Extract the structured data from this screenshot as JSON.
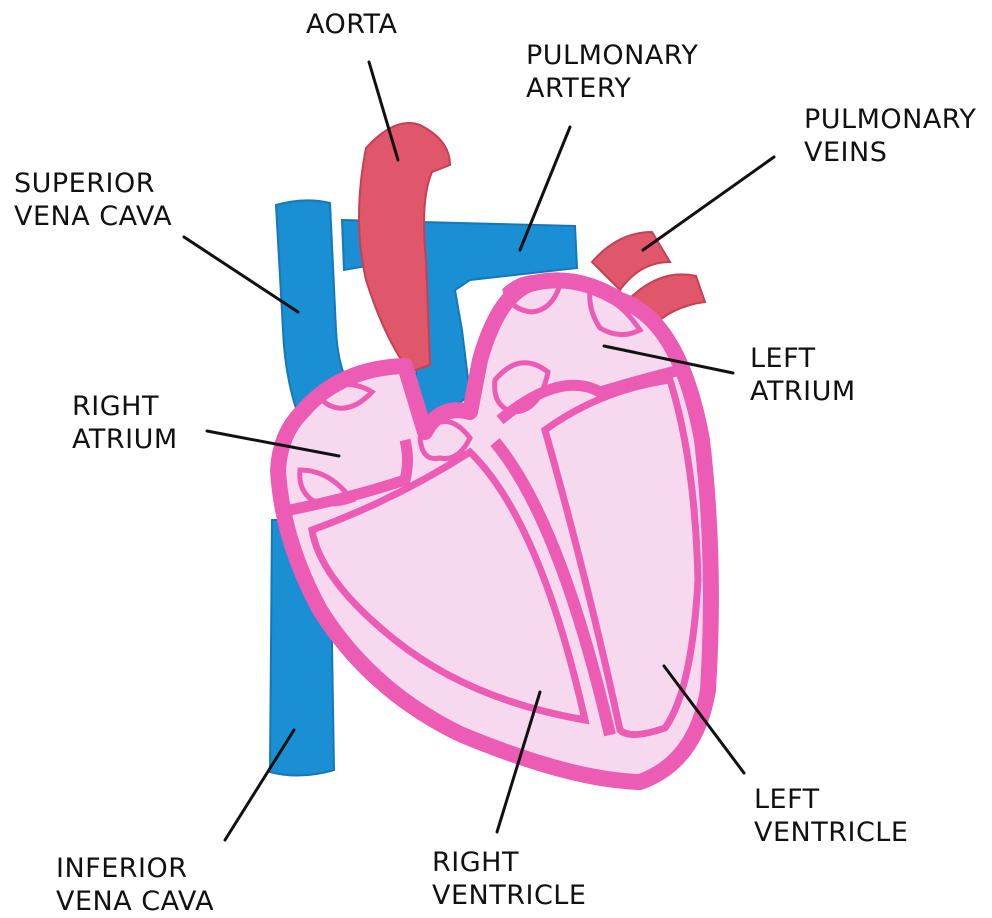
{
  "colors": {
    "background": "#ffffff",
    "vein_blue": "#1a8fd3",
    "artery_red": "#e0566a",
    "heart_wall_pink": "#ec5bb4",
    "heart_fill_light": "#f6d9ef",
    "leader_line": "#111111"
  },
  "labels": {
    "aorta": [
      "AORTA"
    ],
    "pulmonary_artery": [
      "PULMONARY",
      "ARTERY"
    ],
    "pulmonary_veins": [
      "PULMONARY",
      "VEINS"
    ],
    "superior_vena_cava": [
      "SUPERIOR",
      "VENA CAVA"
    ],
    "left_atrium": [
      "LEFT",
      "ATRIUM"
    ],
    "right_atrium": [
      "RIGHT",
      "ATRIUM"
    ],
    "left_ventricle": [
      "LEFT",
      "VENTRICLE"
    ],
    "right_ventricle": [
      "RIGHT",
      "VENTRICLE"
    ],
    "inferior_vena_cava": [
      "INFERIOR",
      "VENA CAVA"
    ]
  }
}
